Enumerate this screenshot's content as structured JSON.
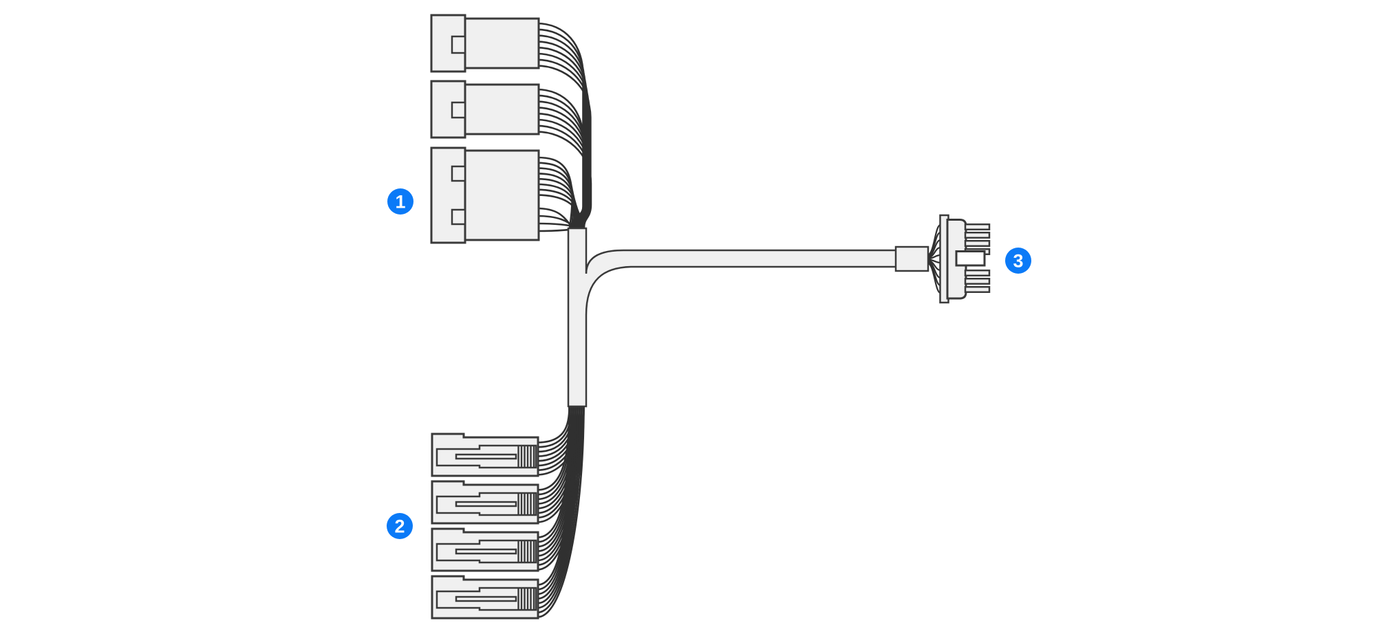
{
  "diagram": {
    "colors": {
      "background": "#ffffff",
      "part_fill": "#f0f0f0",
      "part_outline": "#3a3a3a",
      "wire": "#303030",
      "callout_fill": "#0b7af7",
      "callout_text": "#ffffff"
    },
    "callouts": [
      {
        "label": "1"
      },
      {
        "label": "2"
      },
      {
        "label": "3"
      }
    ]
  }
}
